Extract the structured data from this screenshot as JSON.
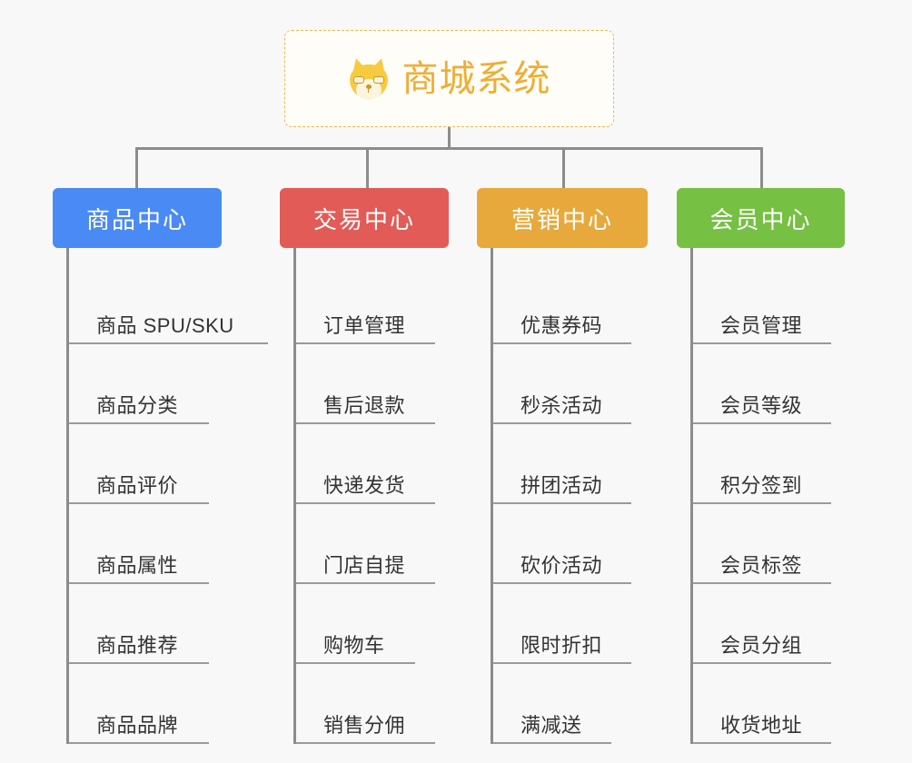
{
  "diagram": {
    "type": "mindmap-tree",
    "background_color": "#f8f8f8",
    "connector_color": "#8c8c8c",
    "root": {
      "title": "商城系统",
      "icon": "shiba-dog-emoji",
      "text_color": "#f0ad33",
      "border_color": "#f0b849",
      "background_color": "#fffdf8"
    },
    "branches": [
      {
        "label": "商品中心",
        "color": "#4a8af4",
        "items": [
          "商品 SPU/SKU",
          "商品分类",
          "商品评价",
          "商品属性",
          "商品推荐",
          "商品品牌"
        ]
      },
      {
        "label": "交易中心",
        "color": "#e25b57",
        "items": [
          "订单管理",
          "售后退款",
          "快递发货",
          "门店自提",
          "购物车",
          "销售分佣"
        ]
      },
      {
        "label": "营销中心",
        "color": "#e8a93c",
        "items": [
          "优惠券码",
          "秒杀活动",
          "拼团活动",
          "砍价活动",
          "限时折扣",
          "满减送"
        ]
      },
      {
        "label": "会员中心",
        "color": "#76c043",
        "items": [
          "会员管理",
          "会员等级",
          "积分签到",
          "会员标签",
          "会员分组",
          "收货地址"
        ]
      }
    ]
  }
}
